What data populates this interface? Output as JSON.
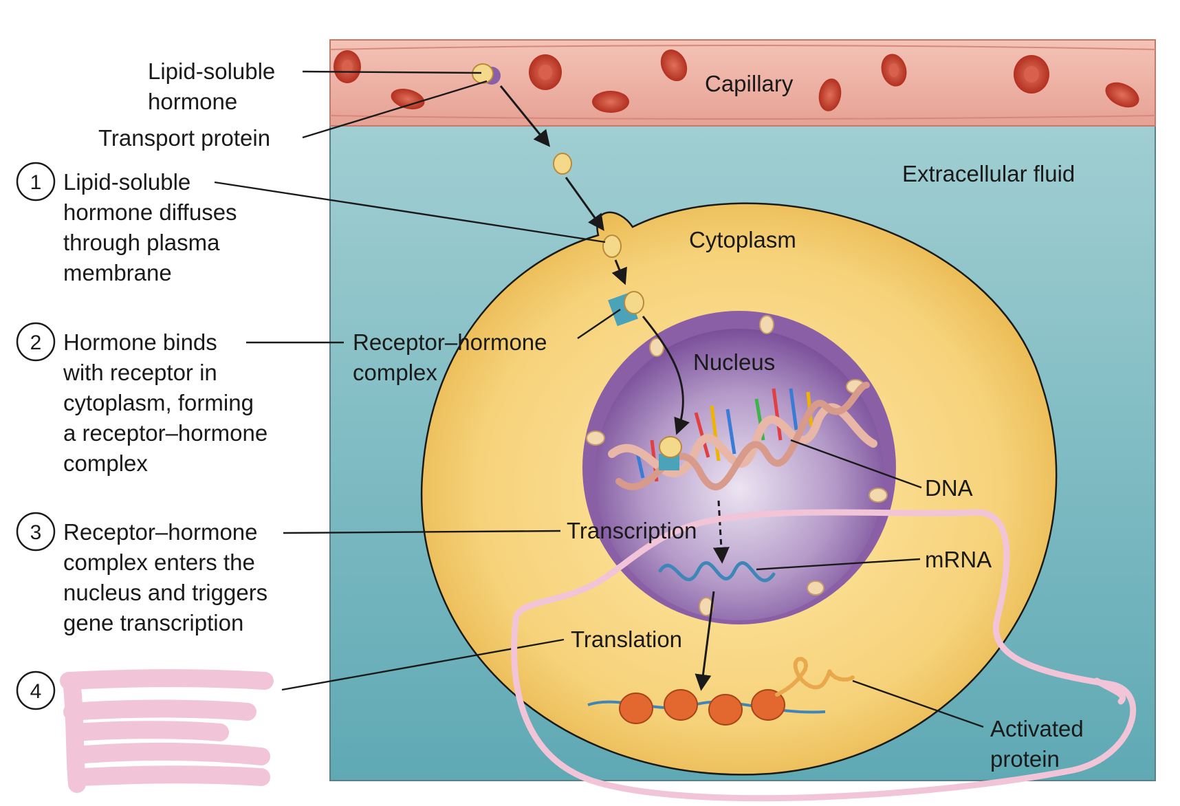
{
  "labels": {
    "lipid_soluble_hormone": [
      "Lipid-soluble",
      "hormone"
    ],
    "transport_protein": "Transport protein",
    "capillary": "Capillary",
    "extracellular_fluid": "Extracellular fluid",
    "cytoplasm": "Cytoplasm",
    "receptor_hormone_complex": [
      "Receptor–hormone",
      "complex"
    ],
    "nucleus": "Nucleus",
    "dna": "DNA",
    "transcription": "Transcription",
    "mrna": "mRNA",
    "translation": "Translation",
    "activated_protein": [
      "Activated",
      "protein"
    ]
  },
  "steps": [
    {
      "number": "1",
      "lines": [
        "Lipid-soluble",
        "hormone diffuses",
        "through plasma",
        "membrane"
      ]
    },
    {
      "number": "2",
      "lines": [
        "Hormone binds",
        "with receptor in",
        "cytoplasm, forming",
        "a receptor–hormone",
        "complex"
      ]
    },
    {
      "number": "3",
      "lines": [
        "Receptor–hormone",
        "complex enters the",
        "nucleus and triggers",
        "gene transcription"
      ]
    },
    {
      "number": "4",
      "lines": []
    }
  ],
  "colors": {
    "capillary_wall": "#e9a899",
    "blood_cell": "#c8402e",
    "extracellular_fluid": "#7db8c0",
    "cytoplasm": "#f2c865",
    "nucleus": "#8b63a8",
    "hormone": "#f5d98a",
    "receptor": "#4aa3b8",
    "highlight": "#f2c4d8"
  }
}
